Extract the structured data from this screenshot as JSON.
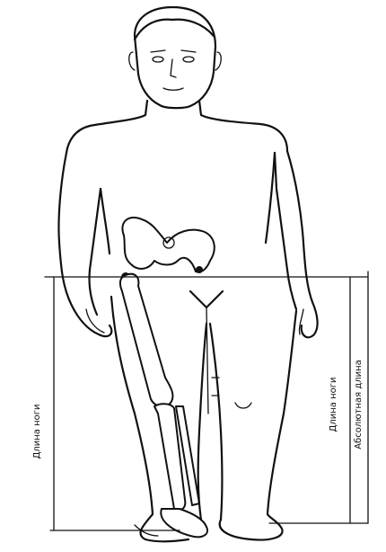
{
  "measurement_labels": {
    "leg_length": "Длина ноги",
    "leg_length_right": "Длина ноги",
    "absolute_length": "Абсолютная длина"
  },
  "colors": {
    "ink": "#111111",
    "paper": "#ffffff"
  }
}
